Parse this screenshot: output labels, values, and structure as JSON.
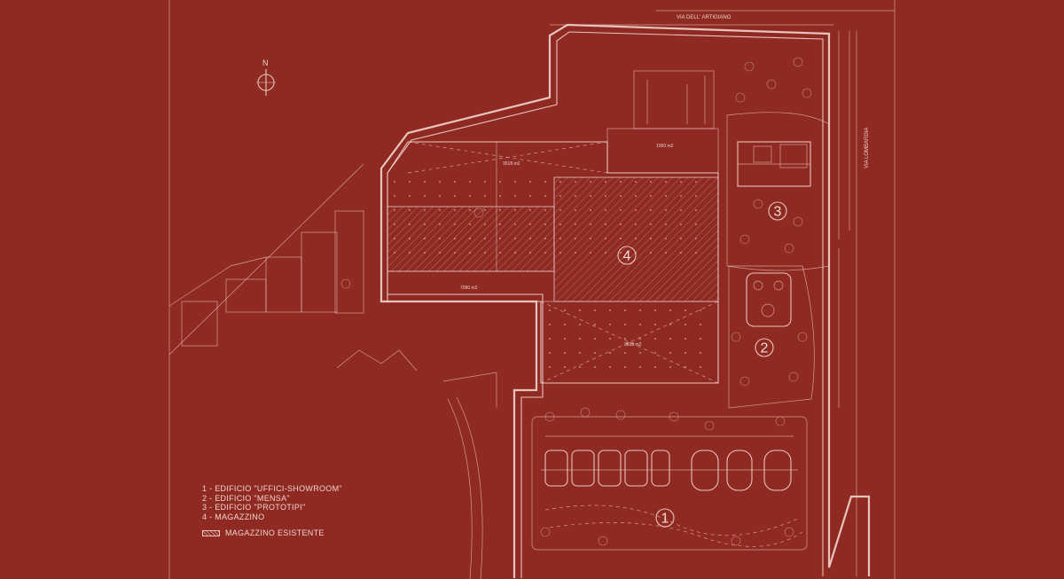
{
  "streets": {
    "top": "VIA DELL' ARTIGIANO",
    "right": "VIA LOMBARDIA"
  },
  "compass": {
    "label": "N"
  },
  "building_numbers": [
    "1",
    "2",
    "3",
    "4"
  ],
  "area_labels": [
    "3518 m2",
    "7090 m2",
    "3838 m2",
    "1060 m2"
  ],
  "legend": {
    "items": [
      "1 - EDIFICIO \"UFFICI-SHOWROOM\"",
      "2 - EDIFICIO \"MENSA\"",
      "3 - EDIFICIO \"PROTOTIPI\"",
      "4 - MAGAZZINO"
    ],
    "hatch_label": "MAGAZZINO ESISTENTE"
  },
  "colors": {
    "background": "#8e2a22",
    "linework": "#e9c4bc"
  }
}
